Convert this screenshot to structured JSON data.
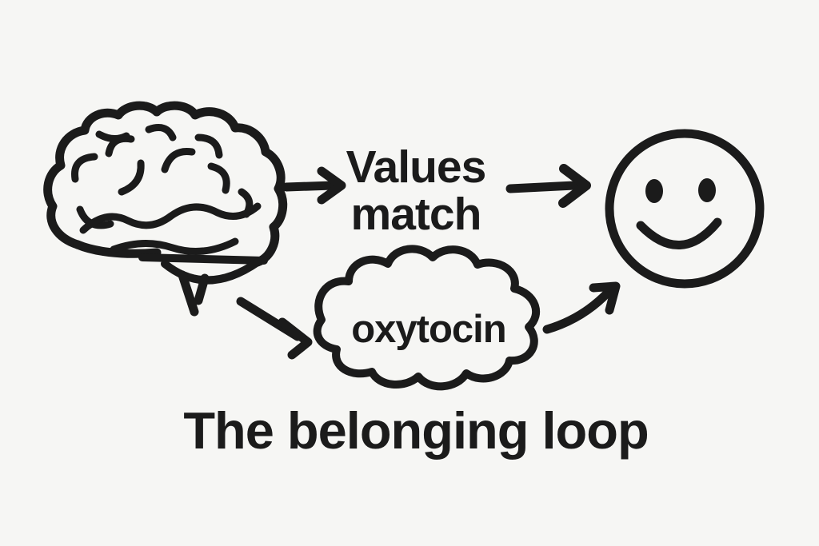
{
  "diagram": {
    "caption": "The belonging loop",
    "labels": {
      "values_line1": "Values",
      "values_line2": "match",
      "oxytocin": "oxytocin"
    },
    "nodes": [
      {
        "id": "brain",
        "type": "icon",
        "icon": "brain-icon"
      },
      {
        "id": "values-match",
        "type": "text",
        "label": "Values match"
      },
      {
        "id": "oxytocin-cloud",
        "type": "thought-cloud",
        "label": "oxytocin"
      },
      {
        "id": "smiley",
        "type": "icon",
        "icon": "smiley-face-icon"
      }
    ],
    "edges": [
      {
        "from": "brain",
        "to": "values-match",
        "style": "straight-arrow"
      },
      {
        "from": "values-match",
        "to": "smiley",
        "style": "straight-arrow"
      },
      {
        "from": "brain",
        "to": "oxytocin-cloud",
        "style": "diagonal-arrow"
      },
      {
        "from": "oxytocin-cloud",
        "to": "smiley",
        "style": "curved-arrow"
      }
    ],
    "colors": {
      "ink": "#1b1b1b",
      "background": "#f6f6f4"
    }
  }
}
